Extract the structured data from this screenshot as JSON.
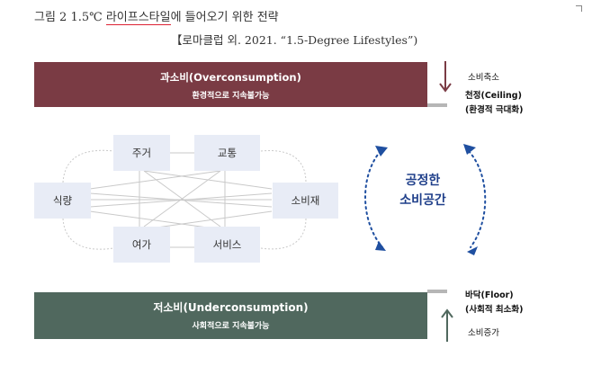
{
  "caption": {
    "line1_prefix": "그림 2 1.5℃ ",
    "line1_underlined": "라이프스타일",
    "line1_suffix": "에 들어오기 위한 전략",
    "line2": "【로마클럽 외. 2021. “1.5-Degree Lifestyles”)"
  },
  "top_band": {
    "title": "과소비(Overconsumption)",
    "subtitle": "환경적으로 지속불가능",
    "color": "#7a3b44"
  },
  "bottom_band": {
    "title": "저소비(Underconsumption)",
    "subtitle": "사회적으로 지속불가능",
    "color": "#50685e"
  },
  "right_labels": {
    "reduce": "소비축소",
    "ceiling": "천정(Ceiling)",
    "ceiling_sub": "(환경적 극대화)",
    "floor": "바닥(Floor)",
    "floor_sub": "(사회적 최소화)",
    "increase": "소비증가"
  },
  "boxes": {
    "housing": "주거",
    "transport": "교통",
    "food": "식량",
    "goods": "소비재",
    "leisure": "여가",
    "services": "서비스"
  },
  "fair_space": {
    "line1": "공정한",
    "line2": "소비공간"
  },
  "colors": {
    "box_fill": "#e8ecf6",
    "accent_blue": "#1f3f8a",
    "shelf_gray": "#b6b6b6"
  }
}
